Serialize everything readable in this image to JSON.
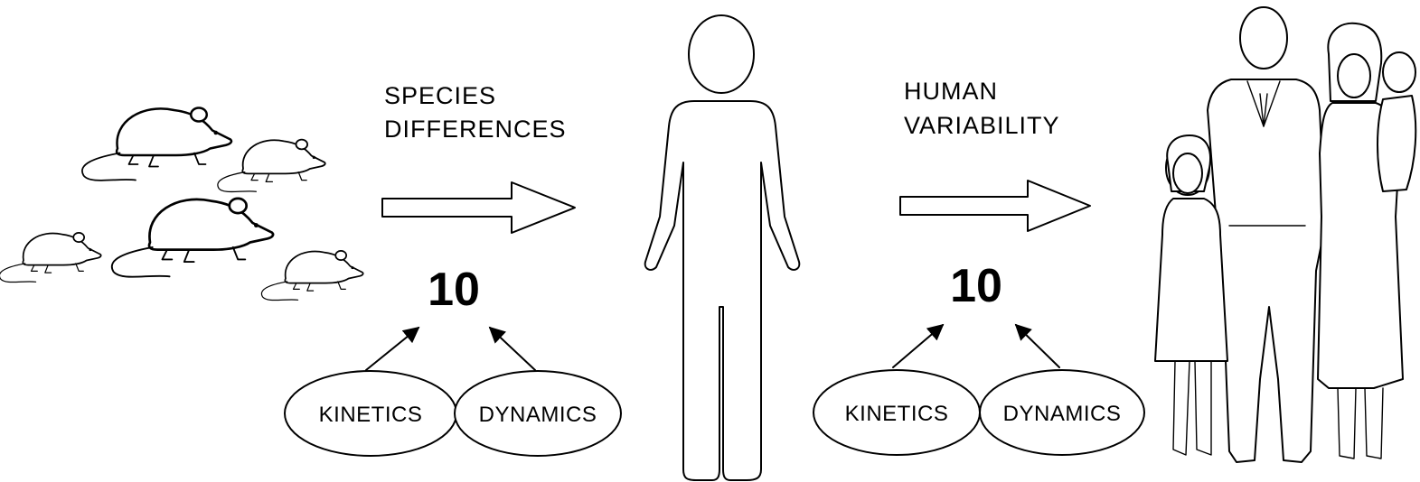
{
  "left_stage": {
    "label_line1": "SPECIES",
    "label_line2": "DIFFERENCES",
    "factor": "10",
    "oval_left": "KINETICS",
    "oval_right": "DYNAMICS"
  },
  "right_stage": {
    "label_line1": "HUMAN",
    "label_line2": "VARIABILITY",
    "factor": "10",
    "oval_left": "KINETICS",
    "oval_right": "DYNAMICS"
  },
  "icons": {
    "rats": "rat-group-icon",
    "person": "human-figure-icon",
    "family": "family-group-icon"
  }
}
